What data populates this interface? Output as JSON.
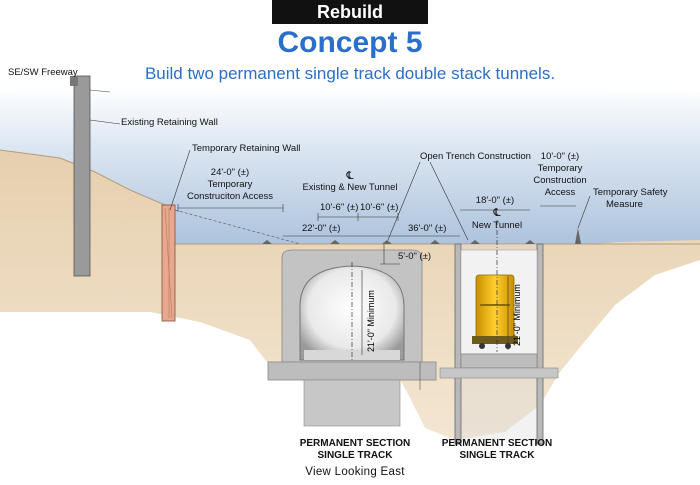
{
  "header": {
    "badge": "Rebuild",
    "title": "Concept 5",
    "subtitle": "Build two permanent single track double stack tunnels."
  },
  "labels": {
    "freeway": "SE/SW Freeway",
    "existing_wall": "Existing Retaining Wall",
    "temp_wall": "Temporary Retaining Wall",
    "temp_access_dim": "24'-0\" (±)",
    "temp_access_line1": "Temporary",
    "temp_access_line2": "Construciton Access",
    "centerline_symbol": "℄",
    "existing_new_tunnel": "Existing & New Tunnel",
    "dim_10_6_a": "10'-6\" (±)",
    "dim_10_6_b": "10'-6\" (±)",
    "dim_22": "22'-0\" (±)",
    "dim_36": "36'-0\" (±)",
    "dim_5": "5'-0\" (±)",
    "open_trench": "Open Trench Construction",
    "dim_18": "18'-0\" (±)",
    "new_tunnel": "New Tunnel",
    "right_access_dim": "10'-0\" (±)",
    "right_access_line1": "Temporary",
    "right_access_line2": "Construction",
    "right_access_line3": "Access",
    "safety_line1": "Temporary Safety",
    "safety_line2": "Measure",
    "clear_left": "21'-0\" Minimum",
    "clear_right": "21'-0\" Minimum",
    "section_left_1": "PERMANENT SECTION",
    "section_left_2": "SINGLE TRACK",
    "section_right_1": "PERMANENT SECTION",
    "section_right_2": "SINGLE TRACK",
    "view": "View Looking East"
  },
  "colors": {
    "title": "#2a6fc9",
    "soil": "#e7d2b2",
    "concrete": "#c9c9c9",
    "sky": "#b7cce3",
    "train": "#f0b90b"
  }
}
